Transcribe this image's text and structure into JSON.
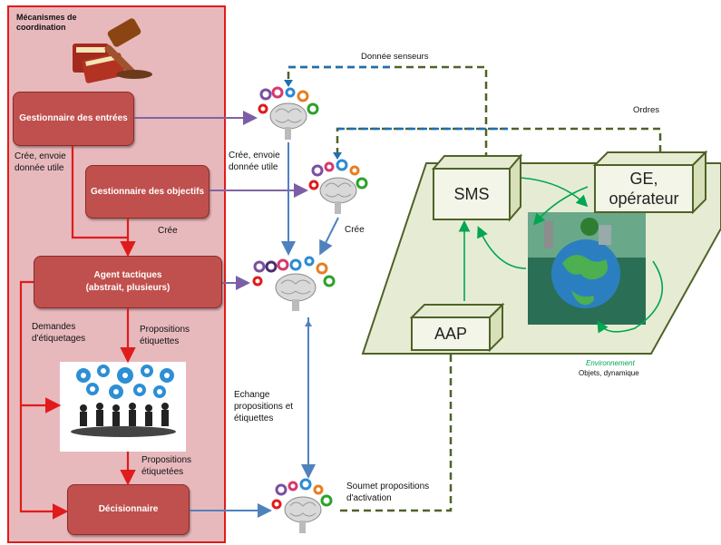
{
  "panel": {
    "title": "Mécanismes de coordination"
  },
  "boxes": {
    "gestionnaire_entrees": "Gestionnaire des entrées",
    "gestionnaire_objectifs": "Gestionnaire des objectifs",
    "agent_tactiques": "Agent tactiques (abstrait, plusieurs)",
    "decisionnaire": "Décisionnaire"
  },
  "labels": {
    "cree_envoie_left": "Crée, envoie donnée utile",
    "cree_left": "Crée",
    "demandes": "Demandes d'étiquetages",
    "propositions_etiquettes": "Propositions étiquettes",
    "propositions_etiquetees": "Propositions étiquetées",
    "donnee_senseurs": "Donnée senseurs",
    "ordres": "Ordres",
    "cree_envoie_mid": "Crée, envoie donnée utile",
    "cree_mid": "Crée",
    "echange": "Echange propositions et étiquettes",
    "soumet": "Soumet propositions d'activation"
  },
  "environment": {
    "sms": "SMS",
    "ge": "GE, opérateur",
    "aap": "AAP",
    "env_title": "Environnement",
    "env_sub": "Objets, dynamique"
  },
  "colors": {
    "panel_bg": "#e7b9bd",
    "red": "#e11b1b",
    "box": "#c0504d",
    "blue": "#4f81bd",
    "green_line": "#00a651",
    "olive": "#4f6228",
    "plane": "#e6ecd3"
  }
}
